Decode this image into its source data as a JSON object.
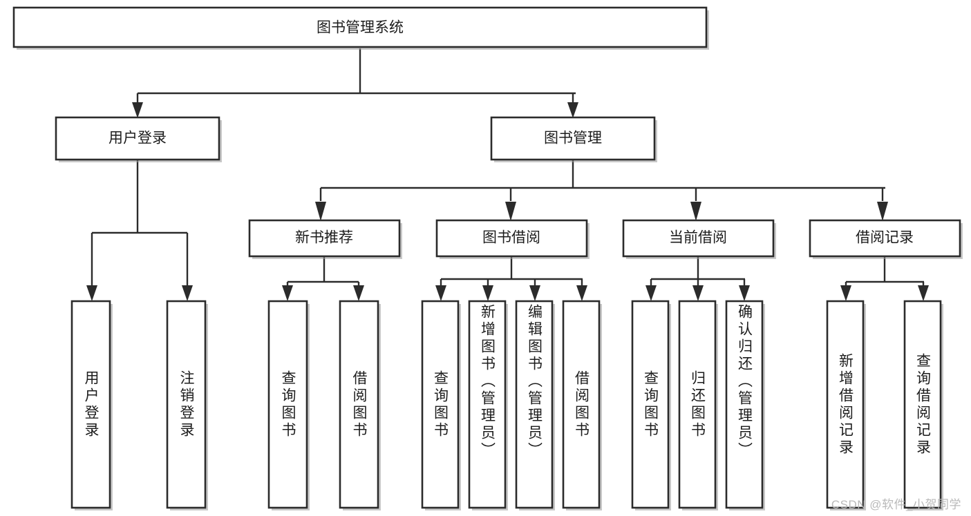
{
  "diagram": {
    "type": "tree",
    "title": "图书管理系统",
    "watermark": "CSDN @软件_小贺同学",
    "colors": {
      "box_stroke": "#2b2b2b",
      "box_fill": "#ffffff",
      "connector": "#2b2b2b",
      "text": "#1c1c1c",
      "watermark": "#b9b9b9"
    },
    "levels": {
      "root": {
        "label": "图书管理系统"
      },
      "level2": [
        {
          "label": "用户登录"
        },
        {
          "label": "图书管理"
        }
      ],
      "level3": [
        {
          "label": "新书推荐"
        },
        {
          "label": "图书借阅"
        },
        {
          "label": "当前借阅"
        },
        {
          "label": "借阅记录"
        }
      ]
    },
    "leaves": {
      "user_login": [
        {
          "label": "用户登录"
        },
        {
          "label": "注销登录"
        }
      ],
      "new_book_recommend": [
        {
          "label": "查询图书"
        },
        {
          "label": "借阅图书"
        }
      ],
      "book_borrow": [
        {
          "label": "查询图书"
        },
        {
          "label": "新增图书（管理员）"
        },
        {
          "label": "编辑图书（管理员）"
        },
        {
          "label": "借阅图书"
        }
      ],
      "current_borrow": [
        {
          "label": "查询图书"
        },
        {
          "label": "归还图书"
        },
        {
          "label": "确认归还（管理员）"
        }
      ],
      "borrow_records": [
        {
          "label": "新增借阅记录"
        },
        {
          "label": "查询借阅记录"
        }
      ]
    }
  }
}
